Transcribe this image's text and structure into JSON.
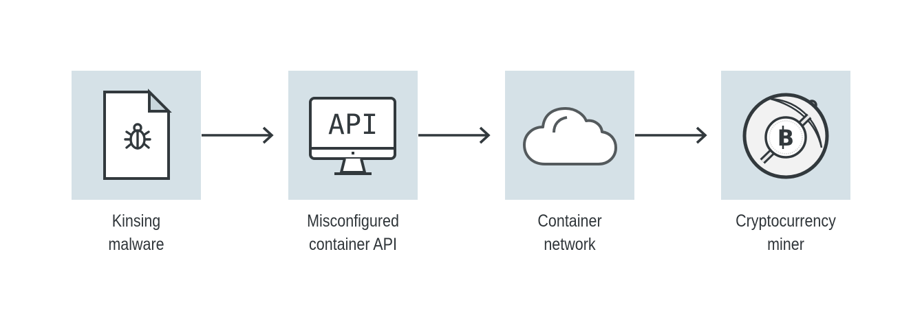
{
  "diagram": {
    "colors": {
      "box_background": "#d5e1e7",
      "stroke": "#32393d",
      "text": "#2f3539"
    },
    "steps": [
      {
        "icon": "malware-file-bug-icon",
        "label_line1": "Kinsing",
        "label_line2": "malware"
      },
      {
        "icon": "monitor-api-icon",
        "icon_text": "API",
        "label_line1": "Misconfigured",
        "label_line2": "container API"
      },
      {
        "icon": "cloud-icon",
        "label_line1": "Container",
        "label_line2": "network"
      },
      {
        "icon": "bitcoin-mining-pickaxe-icon",
        "icon_text": "B",
        "label_line1": "Cryptocurrency",
        "label_line2": "miner"
      }
    ],
    "connectors": [
      "arrow-right-icon",
      "arrow-right-icon",
      "arrow-right-icon"
    ]
  }
}
